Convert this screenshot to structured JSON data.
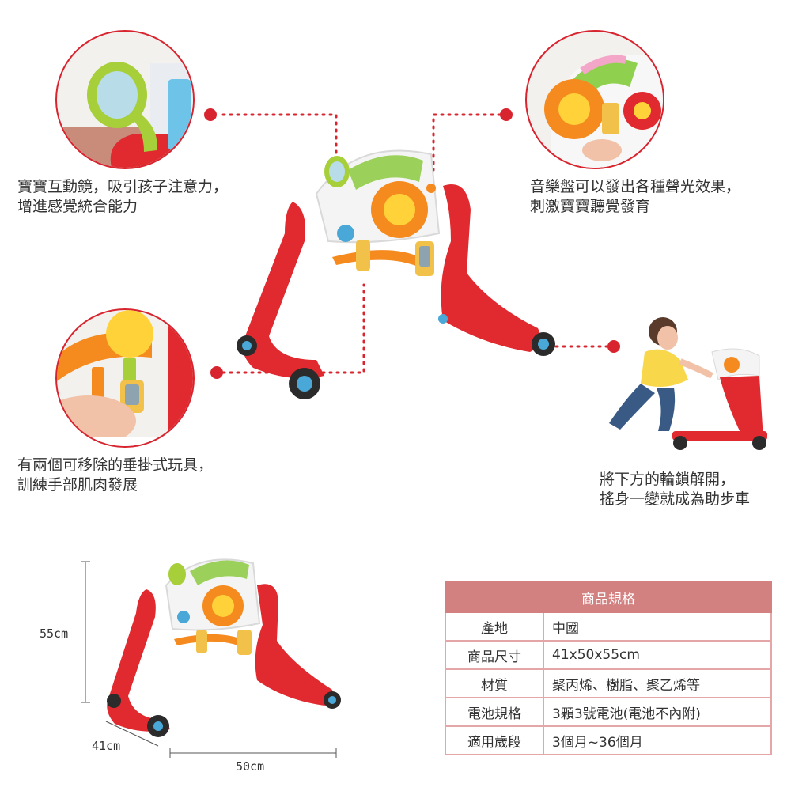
{
  "features": [
    {
      "caption_line1": "寶寶互動鏡，吸引孩子注意力，",
      "caption_line2": "增進感覺統合能力"
    },
    {
      "caption_line1": "音樂盤可以發出各種聲光效果，",
      "caption_line2": "刺激寶寶聽覺發育"
    },
    {
      "caption_line1": "有兩個可移除的垂掛式玩具，",
      "caption_line2": "訓練手部肌肉發展"
    },
    {
      "caption_line1": "將下方的輪鎖解開，",
      "caption_line2": "搖身一變就成為助步車"
    }
  ],
  "dimensions": {
    "height": "55cm",
    "depth": "41cm",
    "width": "50cm"
  },
  "spec": {
    "title": "商品規格",
    "rows": [
      {
        "label": "產地",
        "value": "中國"
      },
      {
        "label": "商品尺寸",
        "value": "41x50x55cm"
      },
      {
        "label": "材質",
        "value": "聚丙烯、樹脂、聚乙烯等"
      },
      {
        "label": "電池規格",
        "value": "3顆3號電池(電池不內附)"
      },
      {
        "label": "適用歲段",
        "value": "3個月~36個月"
      }
    ]
  },
  "colors": {
    "accent": "#d8242e",
    "table_header": "#d38080",
    "table_border": "#e4a6a6",
    "toy_red": "#e02a2f",
    "toy_orange": "#f58a1f"
  }
}
